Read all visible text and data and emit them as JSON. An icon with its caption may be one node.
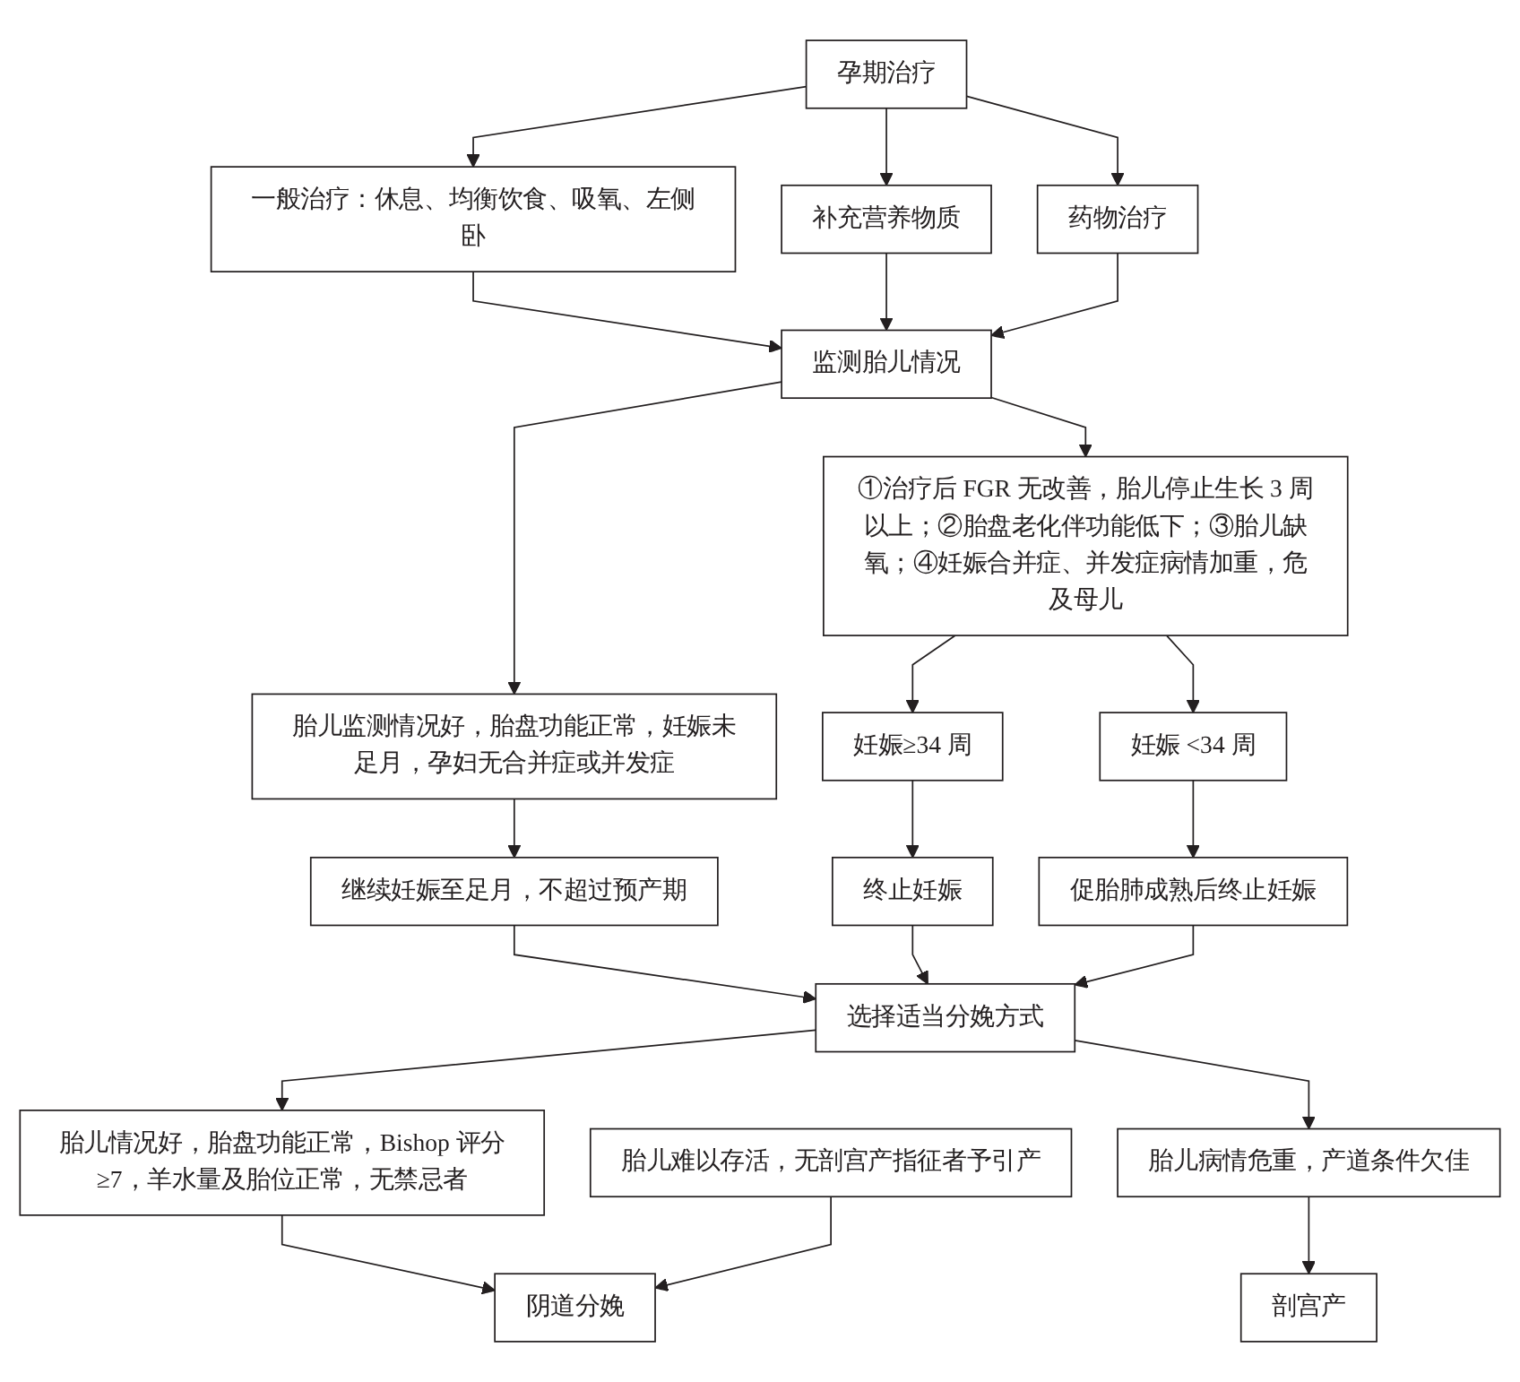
{
  "diagram": {
    "nodes": [
      {
        "text": [
          "孕期治疗"
        ]
      },
      {
        "text": [
          "一般治疗：休息、均衡饮食、吸氧、左侧卧"
        ]
      },
      {
        "text": [
          "补充营养物质"
        ]
      },
      {
        "text": [
          "药物治疗"
        ]
      },
      {
        "text": [
          "监测胎儿情况"
        ]
      },
      {
        "text": [
          "胎儿监测情况好，胎盘功能正常，妊娠未足月，孕妇无合并症或并发症"
        ]
      },
      {
        "text": [
          "①治疗后 FGR 无改善，胎儿停止生长 3 周以上；②胎盘老化伴功能低下；③胎儿缺氧；④妊娠合并症、并发症病情加重，危及母儿"
        ]
      },
      {
        "text": [
          "继续妊娠至足月，不超过预产期"
        ]
      },
      {
        "text": [
          "妊娠≥34 周"
        ]
      },
      {
        "text": [
          "妊娠 <34 周"
        ]
      },
      {
        "text": [
          "终止妊娠"
        ]
      },
      {
        "text": [
          "促胎肺成熟后终止妊娠"
        ]
      },
      {
        "text": [
          "选择适当分娩方式"
        ]
      },
      {
        "text": [
          "胎儿情况好，胎盘功能正常，Bishop 评分≥7，羊水量及胎位正常，无禁忌者"
        ]
      },
      {
        "text": [
          "胎儿病情危重，产道条件欠佳"
        ]
      },
      {
        "text": [
          "胎儿难以存活，无剖宫产指征者予引产"
        ]
      },
      {
        "text": [
          "阴道分娩"
        ]
      },
      {
        "text": [
          "剖宫产"
        ]
      }
    ],
    "edges": [
      {
        "from": 0,
        "to": 1,
        "arrow": "to"
      },
      {
        "from": 0,
        "to": 2,
        "arrow": "to"
      },
      {
        "from": 0,
        "to": 3,
        "arrow": "to"
      },
      {
        "from": 1,
        "to": 4,
        "arrow": "to"
      },
      {
        "from": 2,
        "to": 4,
        "arrow": "to"
      },
      {
        "from": 3,
        "to": 4,
        "arrow": "to"
      },
      {
        "from": 4,
        "to": 5,
        "arrow": "to"
      },
      {
        "from": 4,
        "to": 6,
        "arrow": "to"
      },
      {
        "from": 5,
        "to": 7,
        "arrow": "to"
      },
      {
        "from": 6,
        "to": 8,
        "arrow": "to"
      },
      {
        "from": 6,
        "to": 9,
        "arrow": "to"
      },
      {
        "from": 8,
        "to": 10,
        "arrow": "to"
      },
      {
        "from": 9,
        "to": 11,
        "arrow": "to"
      },
      {
        "from": 7,
        "to": 12,
        "arrow": "to"
      },
      {
        "from": 10,
        "to": 12,
        "arrow": "to"
      },
      {
        "from": 11,
        "to": 12,
        "arrow": "to"
      },
      {
        "from": 12,
        "to": 13,
        "arrow": "to"
      },
      {
        "from": 12,
        "to": 14,
        "arrow": "to"
      },
      {
        "from": 13,
        "to": 16,
        "arrow": "to"
      },
      {
        "from": 15,
        "to": 16,
        "arrow": "to"
      },
      {
        "from": 14,
        "to": 17,
        "arrow": "to"
      }
    ]
  }
}
